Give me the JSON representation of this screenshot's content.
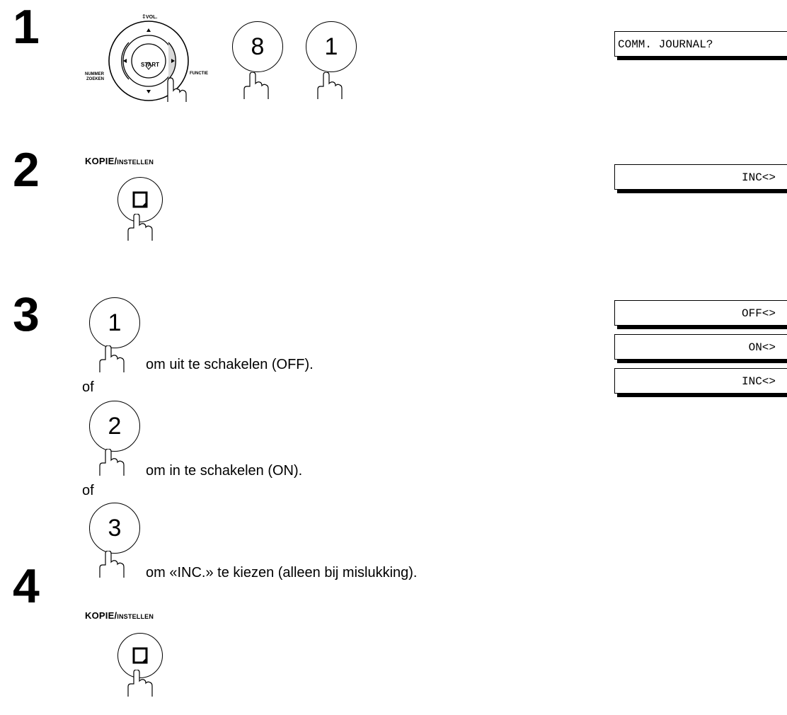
{
  "steps": [
    {
      "number": "1"
    },
    {
      "number": "2"
    },
    {
      "number": "3"
    },
    {
      "number": "4"
    }
  ],
  "nav_pad": {
    "vol_label": "VOL.",
    "left_label_1": "NUMMER",
    "left_label_2": "ZOEKEN",
    "right_label": "FUNCTIE",
    "start_label": "START"
  },
  "keys": {
    "step1_first": "8",
    "step1_second": "1",
    "opt_off": "1",
    "opt_on": "2",
    "opt_inc": "3"
  },
  "copy_set_key": {
    "main": "KOPIE/",
    "sub": "INSTELLEN"
  },
  "text": {
    "off_desc": "om uit te schakelen (OFF).",
    "or_1": "of",
    "on_desc": "om in te schakelen (ON).",
    "or_2": "of",
    "inc_desc": "om «INC.» te kiezen (alleen bij mislukking)."
  },
  "displays": {
    "comm_journal": "COMM. JOURNAL?",
    "step2": "INC<>",
    "off": "OFF<>",
    "on": "ON<>",
    "inc": "INC<>"
  }
}
